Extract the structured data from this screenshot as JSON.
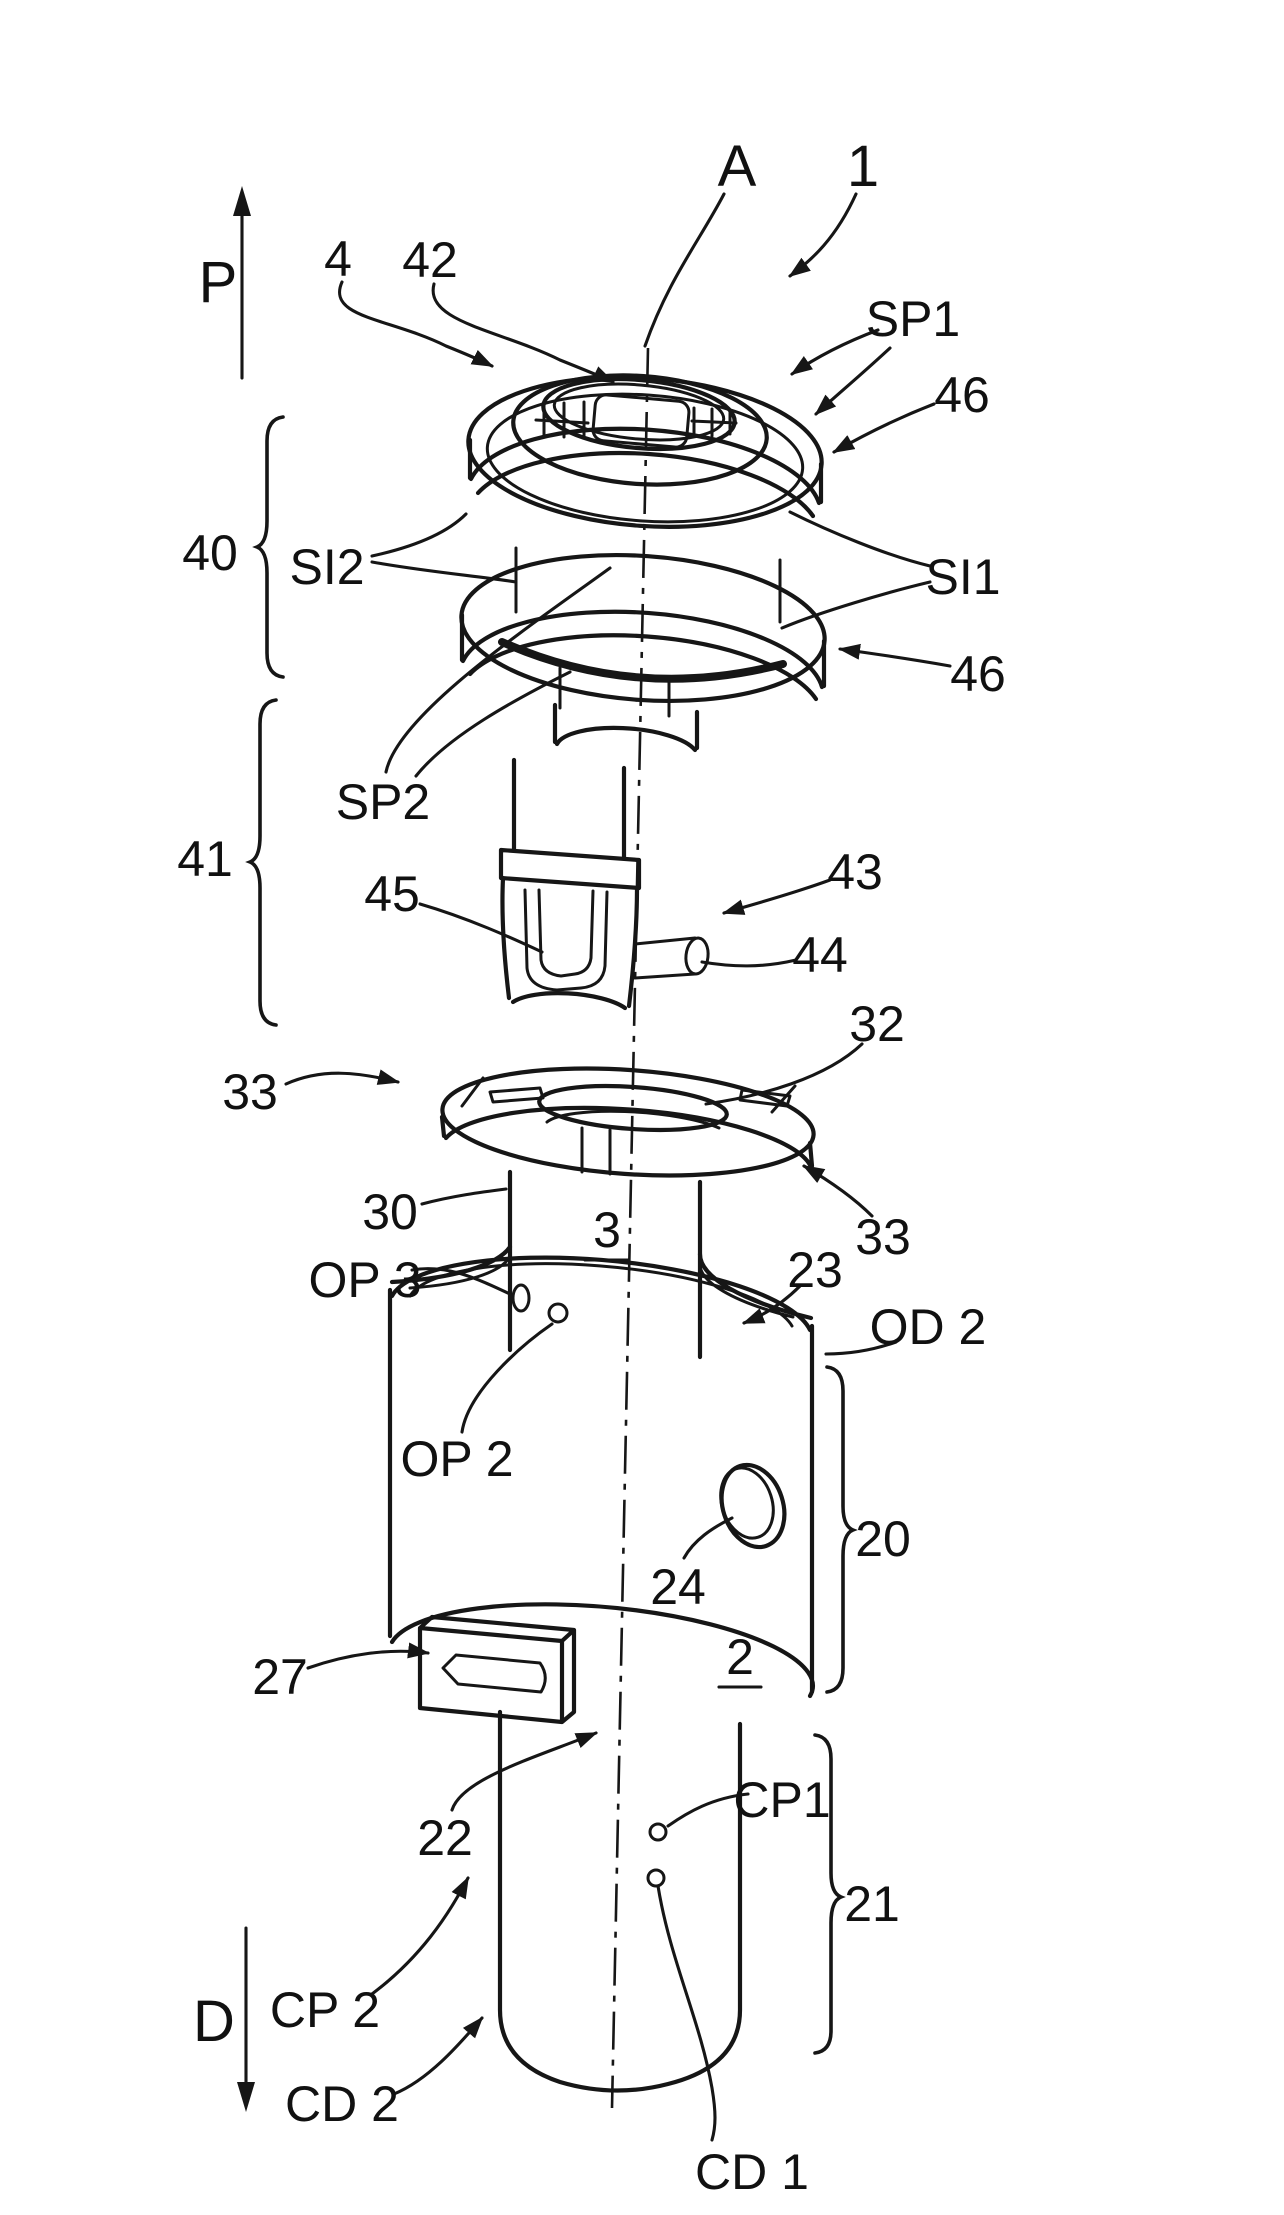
{
  "figure": {
    "kind": "patent-exploded-view-drawing",
    "background": "#ffffff",
    "line_color": "#161616",
    "direction_arrows": {
      "up": "P",
      "down": "D"
    }
  },
  "labels": {
    "P": "P",
    "A": "A",
    "n1": "1",
    "n4": "4",
    "n42": "42",
    "SP1": "SP1",
    "n46a": "46",
    "n40": "40",
    "SI2": "SI2",
    "SI1": "SI1",
    "n46b": "46",
    "SP2": "SP2",
    "n41": "41",
    "n45": "45",
    "n43": "43",
    "n44": "44",
    "n32": "32",
    "n33a": "33",
    "n30": "30",
    "n3": "3",
    "n33b": "33",
    "OP3": "OP 3",
    "n23": "23",
    "OD2": "OD 2",
    "OP2": "OP 2",
    "n20": "20",
    "n24": "24",
    "n2": "2",
    "n27": "27",
    "n22": "22",
    "CP1": "CP1",
    "n21": "21",
    "CP2": "CP 2",
    "CD2": "CD 2",
    "CD1": "CD 1",
    "D": "D"
  }
}
